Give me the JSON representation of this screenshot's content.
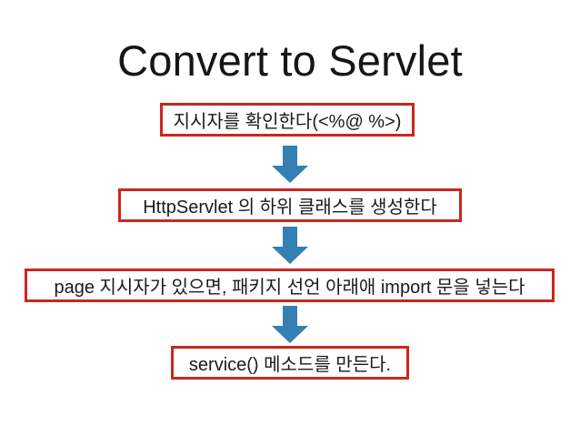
{
  "slide": {
    "title": "Convert to Servlet",
    "background_color": "#ffffff",
    "box_border_color": "#c8281e",
    "arrow_color": "#3480b5",
    "text_color": "#1a1a1a"
  },
  "flow": {
    "steps": [
      {
        "id": "step-1",
        "label": "지시자를 확인한다(<%@ %>)"
      },
      {
        "id": "step-2",
        "label": "HttpServlet 의 하위 클래스를 생성한다"
      },
      {
        "id": "step-3",
        "label": "page 지시자가 있으면, 패키지 선언 아래애 import 문을 넣는다"
      },
      {
        "id": "step-4",
        "label": "service() 메소드를 만든다."
      }
    ],
    "connectors": [
      {
        "id": "arrow-1",
        "direction": "down"
      },
      {
        "id": "arrow-2",
        "direction": "down"
      },
      {
        "id": "arrow-3",
        "direction": "down"
      }
    ]
  }
}
